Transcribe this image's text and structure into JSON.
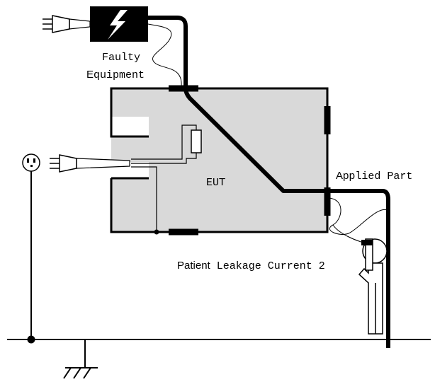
{
  "labels": {
    "faulty_line1": "Faulty",
    "faulty_line2_initial": "E",
    "faulty_line2_rest": "quipment",
    "eut_main": "EU",
    "eut_tail": "T",
    "applied_initial": "Ap",
    "applied_rest": "plied Part",
    "patient_word": "Patient",
    "leakage_rest": " Leakage Current 2"
  },
  "colors": {
    "enclosure_fill": "#d9d9d9",
    "line": "#000000",
    "background": "#ffffff"
  },
  "icons": [
    "power-plug-icon",
    "lightning-bolt-icon",
    "wall-outlet-icon",
    "ground-symbol-icon",
    "patient-figure-icon"
  ]
}
